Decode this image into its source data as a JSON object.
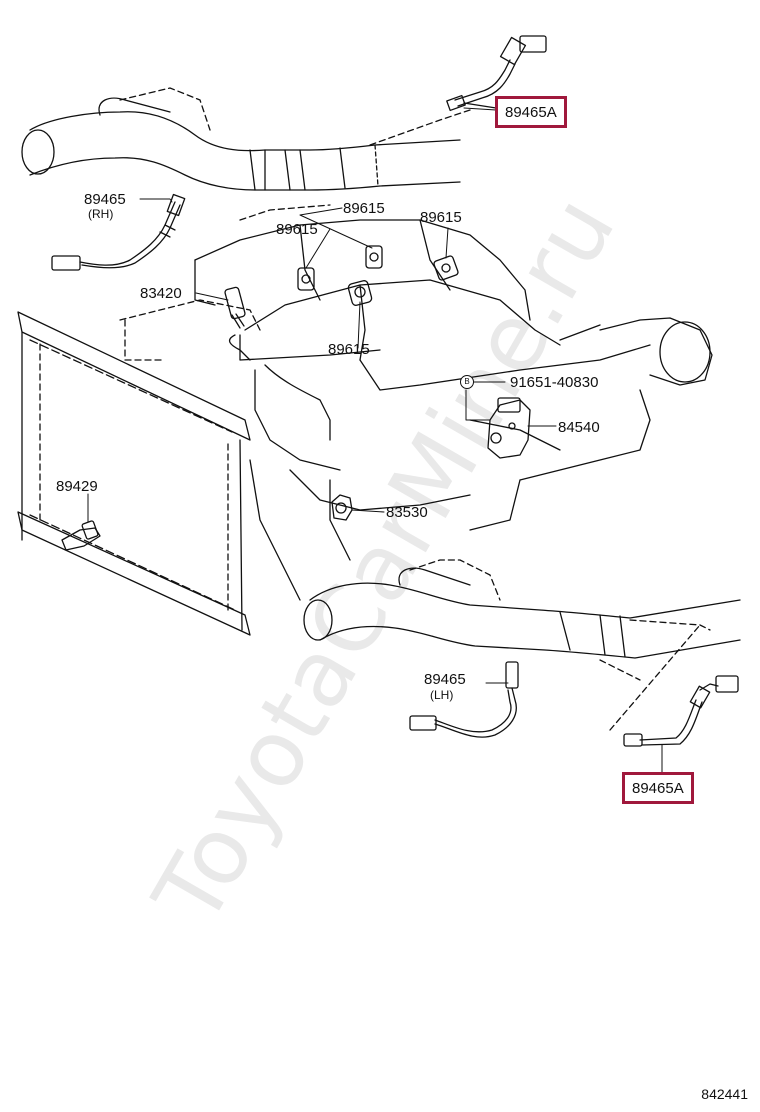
{
  "watermark": "ToyotaCarMine.ru",
  "reference_code": "842441",
  "bolt_symbol": "B",
  "callouts": {
    "o2_sensor_upper_a": "89465A",
    "o2_sensor_rh": "89465",
    "o2_sensor_rh_side": "(RH)",
    "knock_sensor_top": "89615",
    "knock_sensor_left": "89615",
    "knock_sensor_right": "89615",
    "knock_sensor_lower": "89615",
    "oil_pressure_switch": "83420",
    "bolt_part": "91651-40830",
    "crank_position_sensor": "84540",
    "water_temp_sensor": "89429",
    "thermo_switch": "83530",
    "o2_sensor_lh": "89465",
    "o2_sensor_lh_side": "(LH)",
    "o2_sensor_lower_a": "89465A"
  },
  "colors": {
    "highlight": "#a0183c",
    "line": "#111111",
    "watermark": "#e9e9e9"
  }
}
